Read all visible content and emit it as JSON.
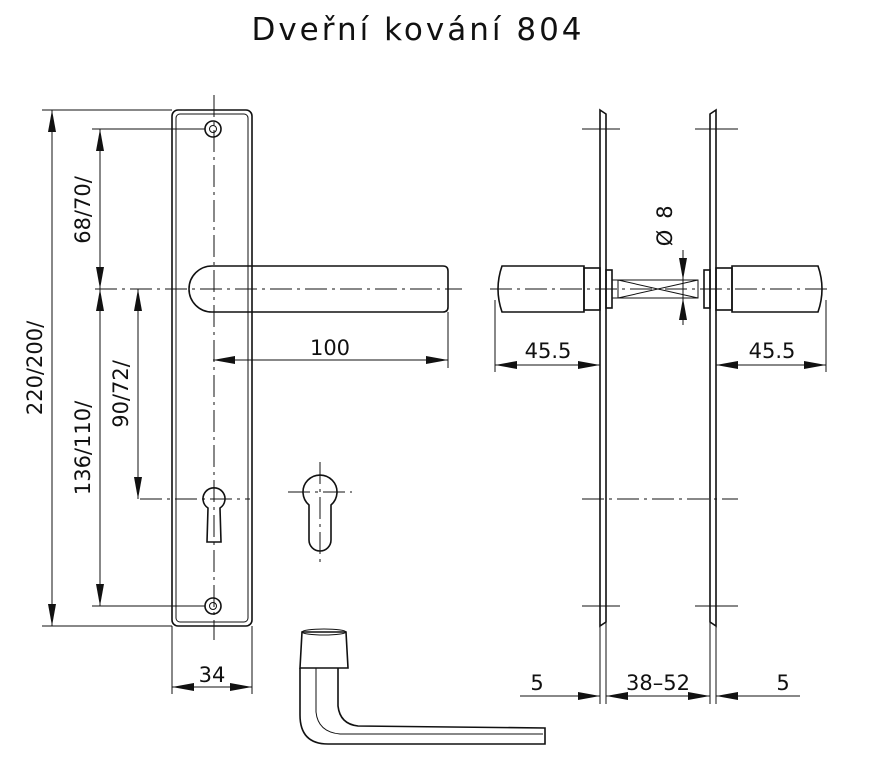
{
  "title": "Dveřní kování 804",
  "dimensions": {
    "total_height": "220/200/",
    "hole_spacing": "136/110/",
    "top_to_handle": "68/70/",
    "handle_to_key": "90/72/",
    "handle_length": "100",
    "plate_width": "34",
    "left_rose_depth": "45.5",
    "right_rose_depth": "45.5",
    "square_spindle": "8",
    "plate_thickness_left": "5",
    "door_thickness": "38–52",
    "plate_thickness_right": "5"
  },
  "symbols": {
    "diameter": "Ø"
  }
}
